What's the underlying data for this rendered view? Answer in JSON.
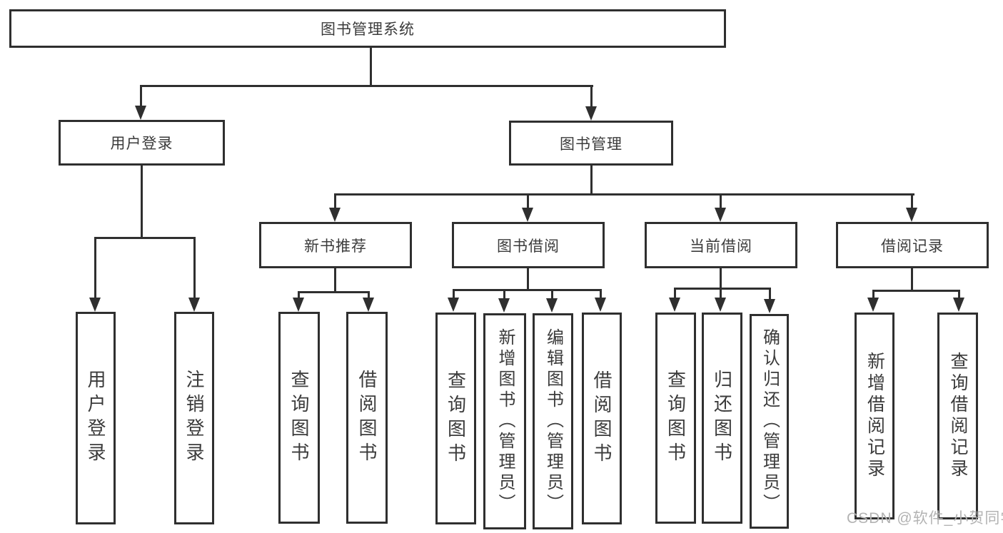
{
  "tree": {
    "label": "图书管理系统",
    "children": [
      {
        "label": "用户登录",
        "children": [
          {
            "label": "用户登录"
          },
          {
            "label": "注销登录"
          }
        ]
      },
      {
        "label": "图书管理",
        "children": [
          {
            "label": "新书推荐",
            "children": [
              {
                "label": "查询图书"
              },
              {
                "label": "借阅图书"
              }
            ]
          },
          {
            "label": "图书借阅",
            "children": [
              {
                "label": "查询图书"
              },
              {
                "label": "新增图书（管理员）"
              },
              {
                "label": "编辑图书（管理员）"
              },
              {
                "label": "借阅图书"
              }
            ]
          },
          {
            "label": "当前借阅",
            "children": [
              {
                "label": "查询图书"
              },
              {
                "label": "归还图书"
              },
              {
                "label": "确认归还（管理员）"
              }
            ]
          },
          {
            "label": "借阅记录",
            "children": [
              {
                "label": "新增借阅记录"
              },
              {
                "label": "查询借阅记录"
              }
            ]
          }
        ]
      }
    ]
  },
  "watermark": "CSDN @软件_小贺同学",
  "colors": {
    "line": "#2f2f2f",
    "text": "#3b3b3b",
    "background": "#ffffff",
    "watermark": "#b3b3b3"
  }
}
